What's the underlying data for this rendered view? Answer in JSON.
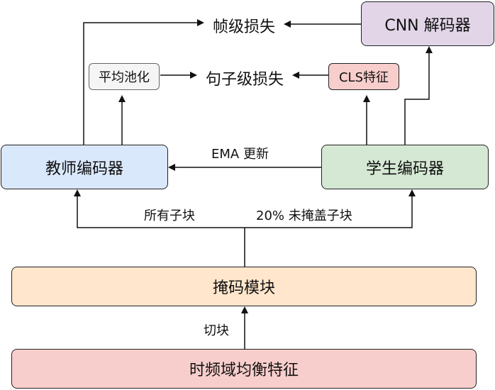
{
  "nodes": {
    "cnn_decoder": "CNN 解码器",
    "frame_loss": "帧级损失",
    "avg_pool": "平均池化",
    "sentence_loss": "句子级损失",
    "cls_feature": "CLS特征",
    "teacher_encoder": "教师编码器",
    "student_encoder": "学生编码器",
    "mask_module": "掩码模块",
    "tf_features": "时频域均衡特征"
  },
  "edge_labels": {
    "ema_update": "EMA 更新",
    "all_blocks": "所有子块",
    "unmasked_blocks": "20% 未掩盖子块",
    "chunk": "切块"
  },
  "colors": {
    "blue": "#dae8fc",
    "green": "#d5e8d4",
    "orange": "#ffe6cc",
    "red": "#f8cecc",
    "purple": "#e1d5e7",
    "gray": "#f5f5f5",
    "line": "#111111"
  }
}
